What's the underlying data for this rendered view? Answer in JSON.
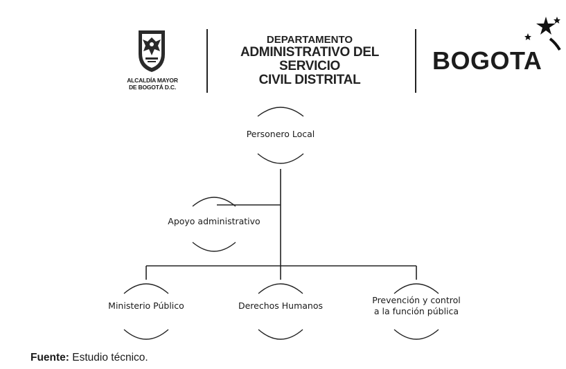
{
  "header": {
    "crest_caption_line1": "ALCALDÍA MAYOR",
    "crest_caption_line2": "DE BOGOTÁ D.C.",
    "dept_line1": "DEPARTAMENTO",
    "dept_line2": "ADMINISTRATIVO DEL SERVICIO",
    "dept_line3": "CIVIL DISTRITAL",
    "brand": "BOGOTA"
  },
  "org_chart": {
    "root": "Personero Local",
    "staff": "Apoyo administrativo",
    "units": [
      {
        "line1": "Ministerio Público",
        "line2": ""
      },
      {
        "line1": "Derechos Humanos",
        "line2": ""
      },
      {
        "line1": "Prevención y control",
        "line2": "a la función pública"
      }
    ]
  },
  "source": {
    "label": "Fuente:",
    "text": "Estudio técnico."
  }
}
